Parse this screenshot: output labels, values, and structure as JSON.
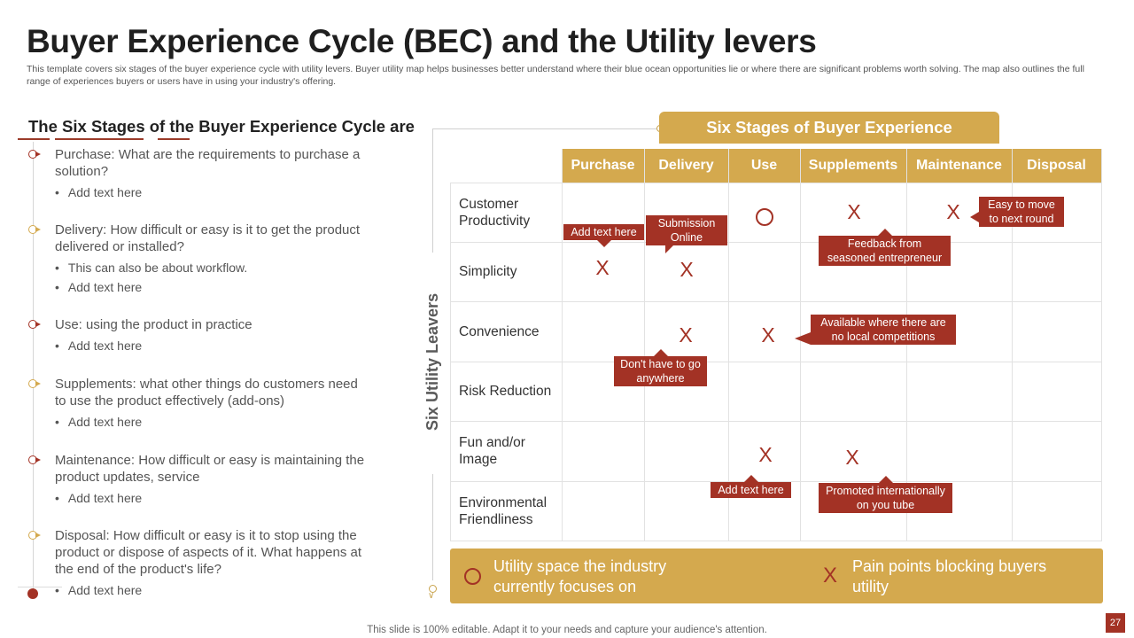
{
  "title": "Buyer Experience Cycle (BEC) and the Utility levers",
  "subtitle": "This template covers six stages of the buyer experience cycle with utility levers. Buyer utility map helps businesses better understand where their blue ocean opportunities lie or where there are significant problems worth solving. The map also outlines the full range of experiences buyers or users have in using your industry's offering.",
  "left_panel": {
    "heading": "The Six Stages of the Buyer Experience Cycle are",
    "stages": [
      {
        "text": "Purchase: What are the requirements to purchase a solution?",
        "bullets": [
          "Add text here"
        ]
      },
      {
        "text": "Delivery: How difficult or easy is it to get the product delivered or installed?",
        "bullets": [
          "This can also be about workflow.",
          "Add text here"
        ]
      },
      {
        "text": "Use: using the product in practice",
        "bullets": [
          "Add text here"
        ]
      },
      {
        "text": "Supplements: what other things do customers need to use the product effectively (add-ons)",
        "bullets": [
          "Add text here"
        ]
      },
      {
        "text": "Maintenance: How difficult or easy is maintaining the product updates, service",
        "bullets": [
          "Add text here"
        ]
      },
      {
        "text": "Disposal: How difficult or easy is it to stop using the product or dispose of aspects of it. What happens at the end of the product's life?",
        "bullets": [
          "Add text here"
        ]
      }
    ]
  },
  "map": {
    "banner": "Six Stages of Buyer Experience",
    "vertical_label": "Six Utility Leavers",
    "columns": [
      "Purchase",
      "Delivery",
      "Use",
      "Supplements",
      "Maintenance",
      "Disposal"
    ],
    "rows": [
      "Customer Productivity",
      "Simplicity",
      "Convenience",
      "Risk Reduction",
      "Fun and/or Image",
      "Environmental Friendliness"
    ],
    "callouts": {
      "c1": "Add text here",
      "c2": "Submission Online",
      "c3": "Feedback from seasoned entrepreneur",
      "c4": "Easy to move to next round",
      "c5": "Available where there are no local competitions",
      "c6": "Don't have to go anywhere",
      "c7": "Add text here",
      "c8": "Promoted internationally on you tube"
    },
    "mark_symbol": "X"
  },
  "legend": {
    "circle_label": "Utility space the industry currently focuses on",
    "x_label": "Pain points blocking buyers utility"
  },
  "footer": "This slide is 100% editable. Adapt it to your needs and capture your audience's attention.",
  "page_number": "27",
  "colors": {
    "accent_gold": "#d4a94e",
    "accent_red": "#a33225"
  }
}
